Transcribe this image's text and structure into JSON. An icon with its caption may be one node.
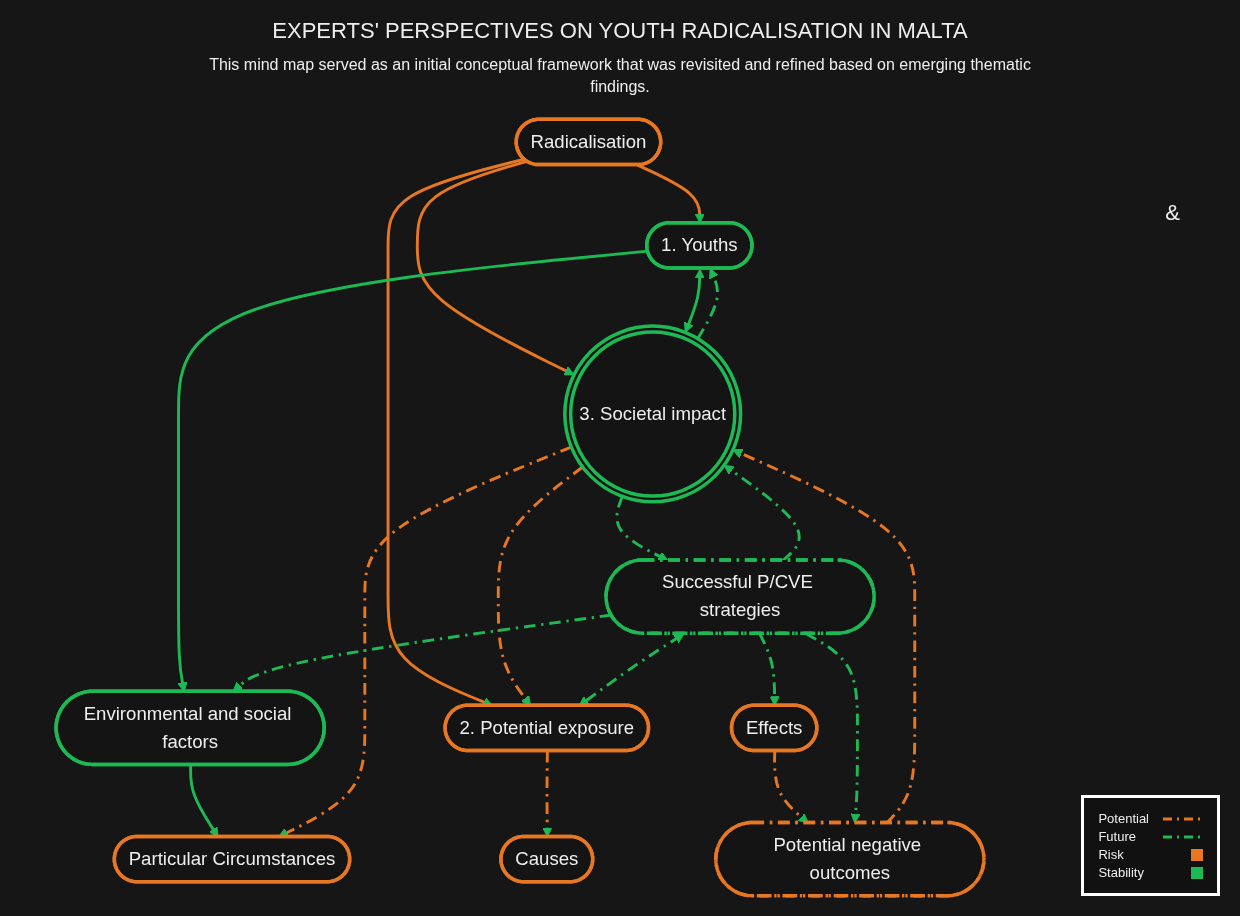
{
  "diagram": {
    "title": "EXPERTS' PERSPECTIVES ON YOUTH RADICALISATION IN MALTA",
    "caption": "This mind map served as an initial conceptual framework that was revisited and refined based on emerging thematic findings.",
    "nodes": [
      {
        "text": [
          "1. Youths"
        ]
      },
      {
        "text": [
          "Radicalisation"
        ]
      },
      {
        "text": [
          "2. Potential exposure"
        ]
      },
      {
        "text": [
          "Causes"
        ]
      },
      {
        "text": [
          "Effects"
        ]
      },
      {
        "text": [
          "Environmental and social factors"
        ]
      },
      {
        "text": [
          "3. Societal impact"
        ]
      },
      {
        "text": [
          "Potential negative outcomes"
        ]
      },
      {
        "text": [
          "Particular Circumstances"
        ]
      },
      {
        "text": [
          "Successful P/CVE strategies"
        ]
      }
    ],
    "edges": [
      {
        "from": 1,
        "to": 0,
        "arrow": "to",
        "color": "#e87722"
      },
      {
        "from": 1,
        "to": 2,
        "arrow": "to",
        "color": "#e87722"
      },
      {
        "from": 1,
        "to": 6,
        "arrow": "to",
        "color": "#e87722"
      },
      {
        "from": 0,
        "to": 5,
        "arrow": "to"
      },
      {
        "from": 5,
        "to": 8,
        "arrow": "to"
      },
      {
        "from": 0,
        "to": 6,
        "arrow": "both"
      },
      {
        "from": 6,
        "to": 0,
        "arrow": "to",
        "style": "dashed"
      },
      {
        "from": 6,
        "to": 2,
        "arrow": "to",
        "style": "dashed",
        "color": "#e87722"
      },
      {
        "from": 7,
        "to": 6,
        "arrow": "to",
        "style": "dashed",
        "color": "#e87722"
      },
      {
        "from": 4,
        "to": 7,
        "arrow": "to",
        "style": "dashed",
        "color": "#e87722"
      },
      {
        "from": 2,
        "to": 3,
        "arrow": "to",
        "style": "dashed",
        "color": "#e87722"
      },
      {
        "from": 6,
        "to": 8,
        "arrow": "to",
        "style": "dashed",
        "color": "#e87722"
      },
      {
        "from": 9,
        "to": 5,
        "arrow": "to",
        "style": "dashed"
      },
      {
        "from": 6,
        "to": 9,
        "arrow": "to",
        "style": "dashed"
      },
      {
        "from": 9,
        "to": 6,
        "arrow": "to",
        "style": "dashed"
      },
      {
        "from": 9,
        "to": 7,
        "arrow": "to",
        "style": "dashed"
      },
      {
        "from": 9,
        "to": 2,
        "arrow": "both",
        "style": "dashed"
      },
      {
        "from": 9,
        "to": 4,
        "arrow": "to",
        "style": "dashed"
      }
    ],
    "labels": [
      "&"
    ],
    "legend": [
      {
        "text": "Potential"
      },
      {
        "text": "Future"
      },
      {
        "text": "Risk",
        "color": "#e87722"
      },
      {
        "text": "Stability",
        "color": "#1db954"
      }
    ]
  }
}
